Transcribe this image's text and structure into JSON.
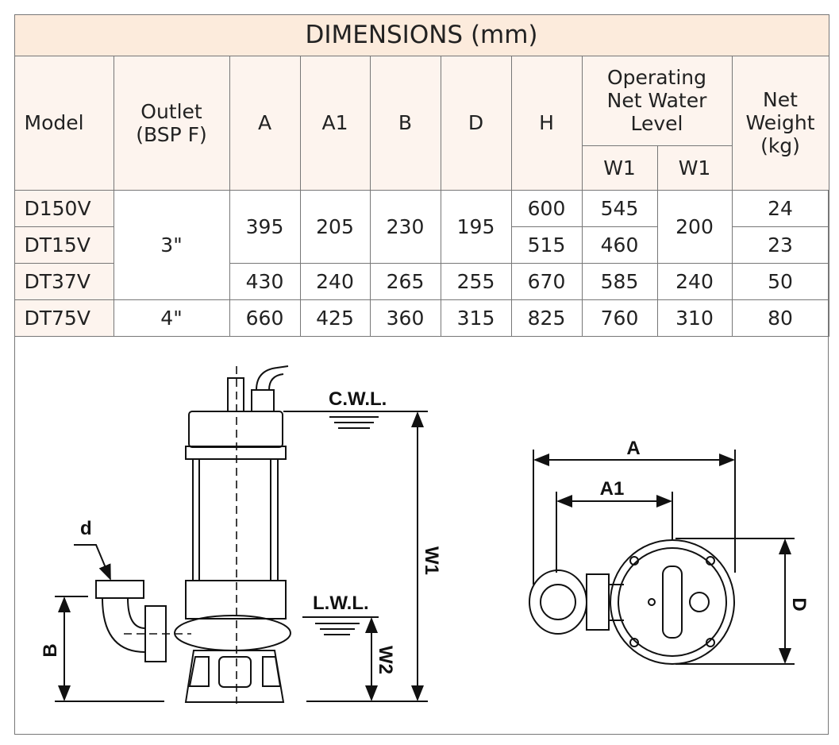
{
  "title": "DIMENSIONS (mm)",
  "headers": {
    "model": "Model",
    "outlet": "Outlet (BSP F)",
    "a": "A",
    "a1": "A1",
    "b": "B",
    "d": "D",
    "h": "H",
    "level": "Operating Net Water Level",
    "w1a": "W1",
    "w1b": "W1",
    "weight": "Net Weight (kg)"
  },
  "rows": [
    {
      "model": "D150V",
      "outlet": "3\"",
      "a": "395",
      "a1": "205",
      "b": "230",
      "d": "195",
      "h": "600",
      "w1": "545",
      "w2": "200",
      "weight": "24"
    },
    {
      "model": "DT15V",
      "h": "515",
      "w1": "460",
      "weight": "23"
    },
    {
      "model": "DT37V",
      "a": "430",
      "a1": "240",
      "b": "265",
      "d": "255",
      "h": "670",
      "w1": "585",
      "w2": "240",
      "weight": "50"
    },
    {
      "model": "DT75V",
      "outlet": "4\"",
      "a": "660",
      "a1": "425",
      "b": "360",
      "d": "315",
      "h": "825",
      "w1": "760",
      "w2": "310",
      "weight": "80"
    }
  ],
  "diagram": {
    "cwl": "C.W.L.",
    "lwl": "L.W.L.",
    "d_small": "d",
    "b": "B",
    "w1": "W1",
    "w2": "W2",
    "a": "A",
    "a1": "A1",
    "d": "D"
  }
}
